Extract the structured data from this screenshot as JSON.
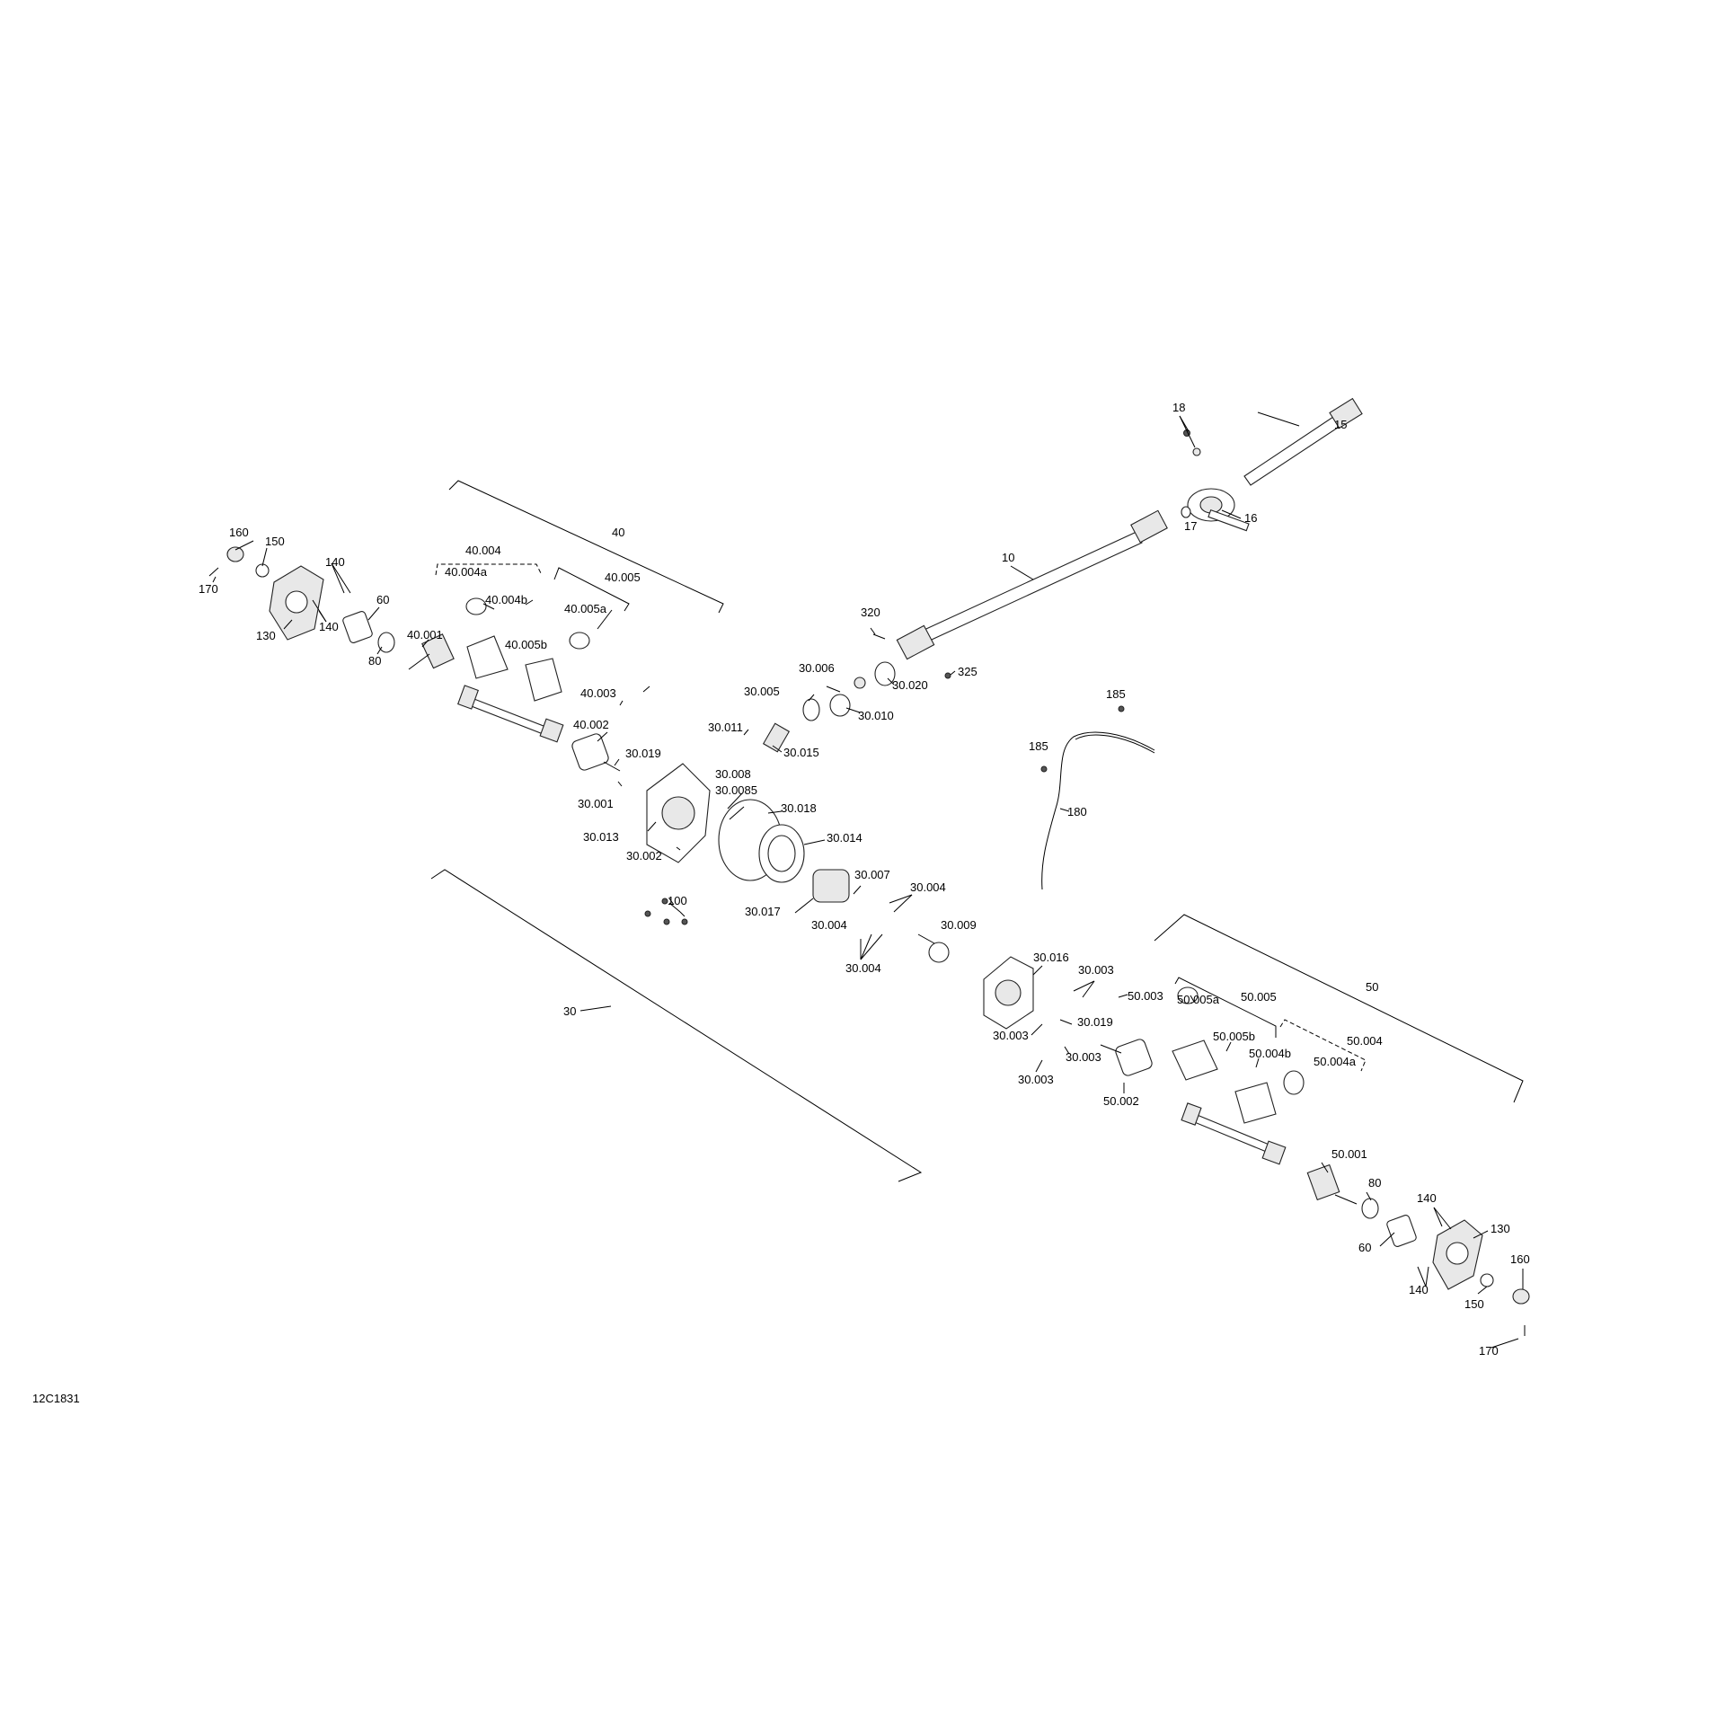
{
  "drawing_id": "12C1831",
  "groups": {
    "g10": "10",
    "g15": "15",
    "g16": "16",
    "g17": "17",
    "g18": "18",
    "g30": "30",
    "g40": "40",
    "g50": "50",
    "g320": "320",
    "g325": "325",
    "g185a": "185",
    "g185b": "185",
    "g180": "180",
    "g100": "100"
  },
  "left_hub": {
    "l160": "160",
    "l150": "150",
    "l170": "170",
    "l140a": "140",
    "l140b": "140",
    "l130": "130",
    "l60": "60",
    "l80": "80"
  },
  "right_hub": {
    "r160": "160",
    "r150": "150",
    "r170": "170",
    "r140a": "140",
    "r140b": "140",
    "r130": "130",
    "r60": "60",
    "r80": "80"
  },
  "axle_40": {
    "a40_004": "40.004",
    "a40_004a": "40.004a",
    "a40_004b": "40.004b",
    "a40_005": "40.005",
    "a40_005a": "40.005a",
    "a40_005b": "40.005b",
    "a40_001": "40.001",
    "a40_003": "40.003",
    "a40_002": "40.002"
  },
  "axle_50": {
    "b50_003": "50.003",
    "b50_005a": "50.005a",
    "b50_005": "50.005",
    "b50_005b": "50.005b",
    "b50_004b": "50.004b",
    "b50_004": "50.004",
    "b50_004a": "50.004a",
    "b50_002": "50.002",
    "b50_001": "50.001"
  },
  "diff_30": {
    "d30_006": "30.006",
    "d30_020": "30.020",
    "d30_005": "30.005",
    "d30_010": "30.010",
    "d30_011": "30.011",
    "d30_015": "30.015",
    "d30_019a": "30.019",
    "d30_001": "30.001",
    "d30_008": "30.008",
    "d30_0085": "30.0085",
    "d30_018": "30.018",
    "d30_013": "30.013",
    "d30_014": "30.014",
    "d30_002": "30.002",
    "d30_007": "30.007",
    "d30_004a": "30.004",
    "d30_017": "30.017",
    "d30_004b": "30.004",
    "d30_004c": "30.004",
    "d30_009": "30.009",
    "d30_016": "30.016",
    "d30_003a": "30.003",
    "d30_019b": "30.019",
    "d30_003b": "30.003",
    "d30_003c": "30.003",
    "d30_003d": "30.003"
  }
}
